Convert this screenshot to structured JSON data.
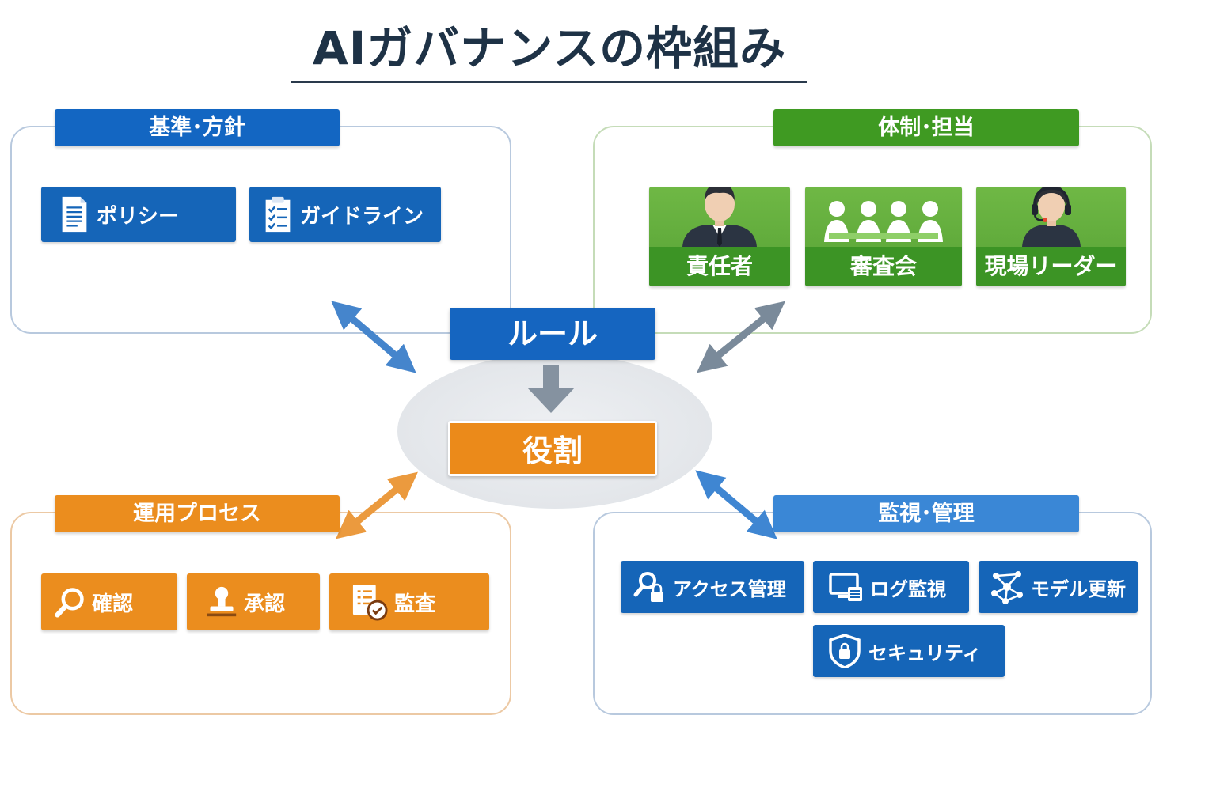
{
  "title": "AIガバナンスの枠組み",
  "center": {
    "rule": "ルール",
    "role": "役割"
  },
  "sections": {
    "policy": {
      "heading": "基準･方針",
      "items": [
        {
          "label": "ポリシー",
          "icon": "document-icon"
        },
        {
          "label": "ガイドライン",
          "icon": "checklist-icon"
        }
      ]
    },
    "organization": {
      "heading": "体制･担当",
      "items": [
        {
          "label": "責任者",
          "icon": "manager-person-icon"
        },
        {
          "label": "審査会",
          "icon": "committee-group-icon"
        },
        {
          "label": "現場リーダー",
          "icon": "headset-person-icon"
        }
      ]
    },
    "operations": {
      "heading": "運用プロセス",
      "items": [
        {
          "label": "確認",
          "icon": "magnifier-icon"
        },
        {
          "label": "承認",
          "icon": "stamp-icon"
        },
        {
          "label": "監査",
          "icon": "audit-checklist-icon"
        }
      ]
    },
    "monitoring": {
      "heading": "監視･管理",
      "items": [
        {
          "label": "アクセス管理",
          "icon": "key-lock-icon"
        },
        {
          "label": "ログ監視",
          "icon": "monitor-log-icon"
        },
        {
          "label": "モデル更新",
          "icon": "network-icon"
        },
        {
          "label": "セキュリティ",
          "icon": "shield-lock-icon"
        }
      ]
    }
  },
  "colors": {
    "blue": "#1565b8",
    "green": "#3f9a22",
    "orange": "#eb8d1e",
    "light_blue": "#3a87d6",
    "arrow_gray": "#7a8a9a"
  }
}
